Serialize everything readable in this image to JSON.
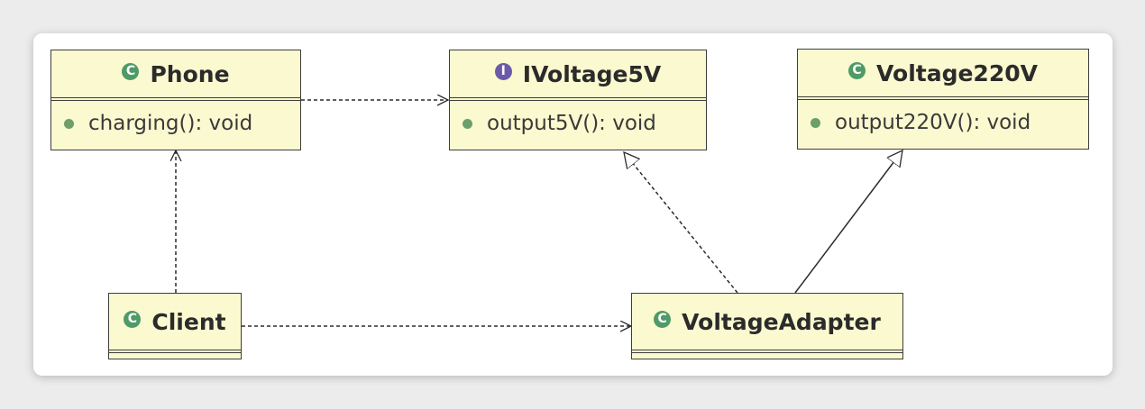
{
  "classes": {
    "phone": {
      "kind": "class",
      "name": "Phone",
      "method": "charging(): void"
    },
    "ivoltage5v": {
      "kind": "interface",
      "name": "IVoltage5V",
      "method": "output5V(): void"
    },
    "voltage220v": {
      "kind": "class",
      "name": "Voltage220V",
      "method": "output220V(): void"
    },
    "client": {
      "kind": "class",
      "name": "Client"
    },
    "voltage_adapter": {
      "kind": "class",
      "name": "VoltageAdapter"
    }
  },
  "icons": {
    "class_icon": "C",
    "interface_icon": "I"
  },
  "colors": {
    "box_fill": "#fbf9cf",
    "class_icon": "#4f9a67",
    "interface_icon": "#6a5aa9",
    "edge": "#2b2b2b"
  },
  "relations": [
    {
      "from": "Phone",
      "to": "IVoltage5V",
      "type": "dependency"
    },
    {
      "from": "Client",
      "to": "Phone",
      "type": "dependency"
    },
    {
      "from": "Client",
      "to": "VoltageAdapter",
      "type": "dependency"
    },
    {
      "from": "VoltageAdapter",
      "to": "IVoltage5V",
      "type": "realization"
    },
    {
      "from": "VoltageAdapter",
      "to": "Voltage220V",
      "type": "generalization"
    }
  ]
}
